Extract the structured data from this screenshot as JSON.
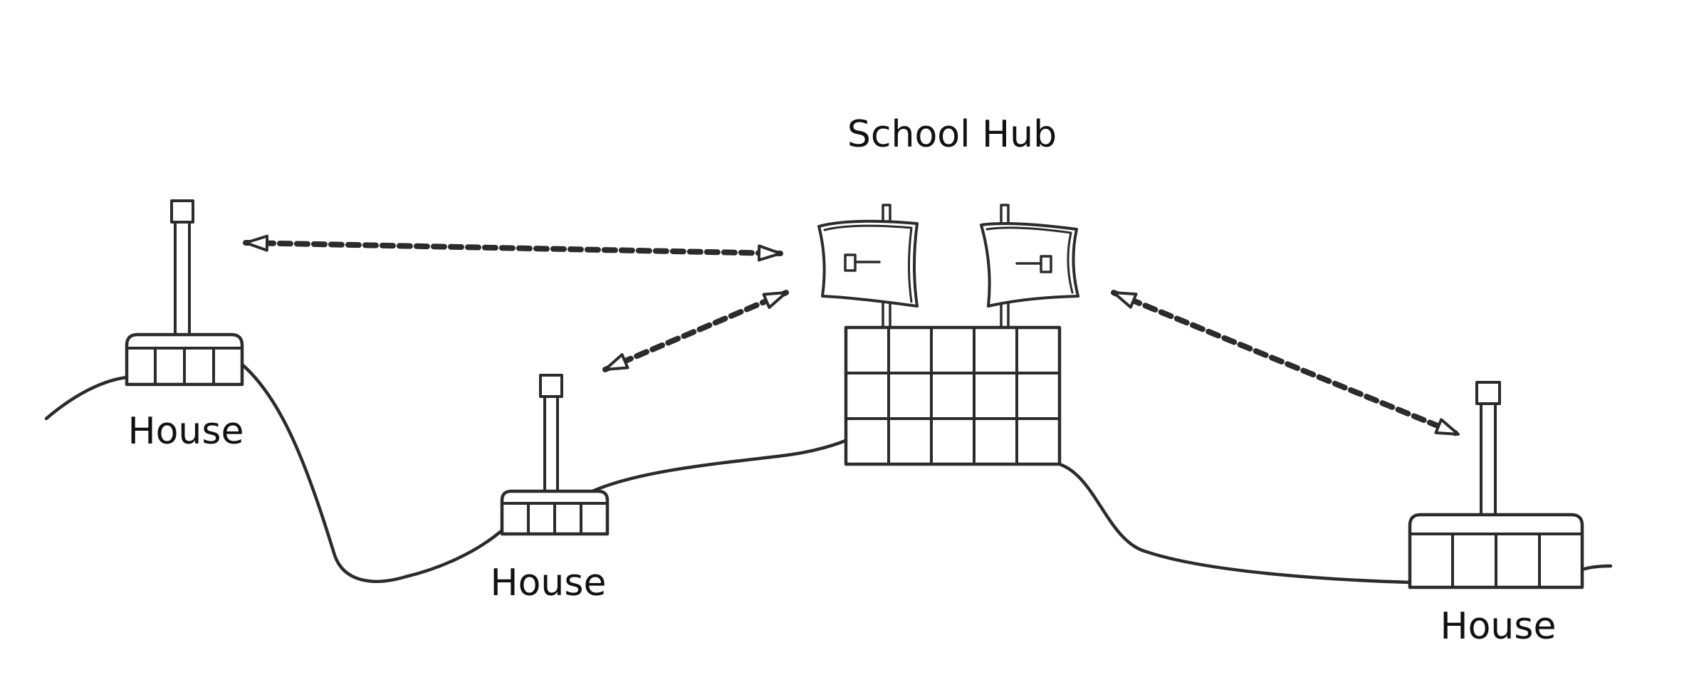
{
  "hub": {
    "label": "School Hub"
  },
  "houses": [
    {
      "label": "House"
    },
    {
      "label": "House"
    },
    {
      "label": "House"
    }
  ],
  "colors": {
    "ink": "#2b2b2b",
    "background": "#ffffff"
  }
}
